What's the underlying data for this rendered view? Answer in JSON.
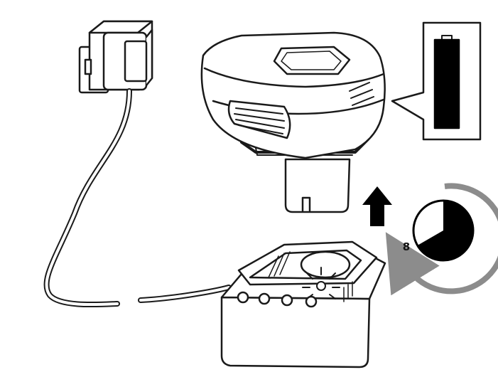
{
  "clock": {
    "hours_label": "8",
    "fill_color": "#000000",
    "arrow_color": "#8c8c8c"
  },
  "battery_indicator": {
    "state": "full",
    "fill_color": "#000000"
  },
  "charger": {
    "led_state": "lit"
  },
  "icons": [
    "wall-plug-adapter-icon",
    "battery-pack-icon",
    "charger-base-icon",
    "battery-level-icon",
    "up-arrow-icon",
    "clock-icon"
  ]
}
